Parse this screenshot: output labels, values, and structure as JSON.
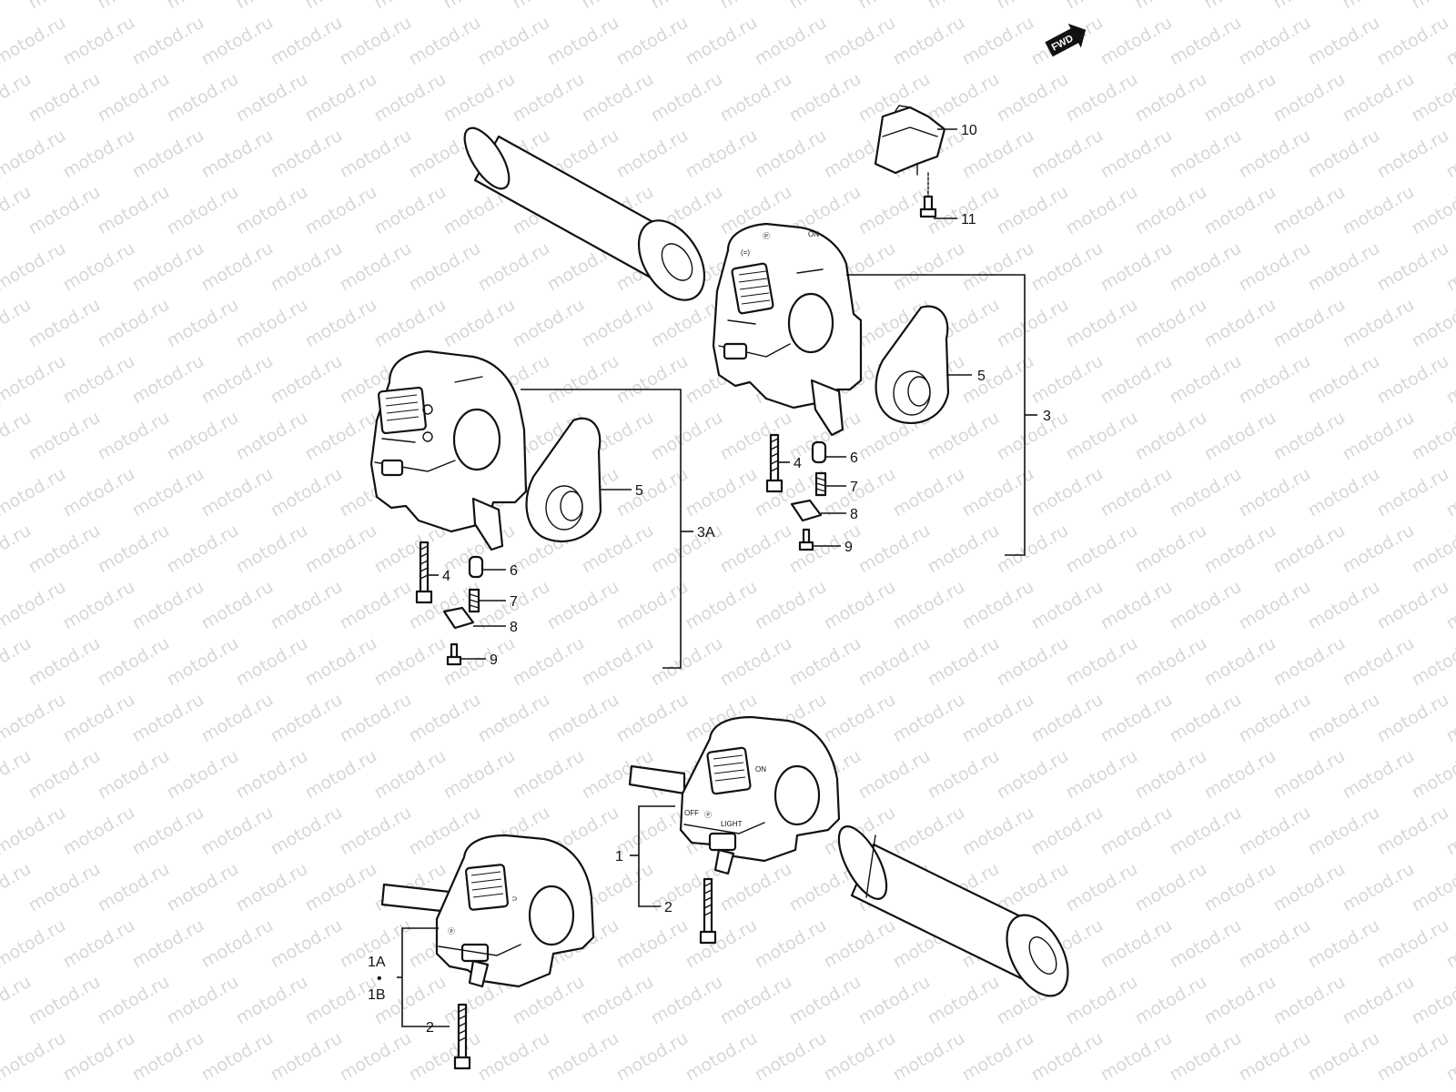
{
  "watermark": "motod.ru",
  "fwd_label": "FWD",
  "labels": {
    "p1": "1",
    "p1a": "1A",
    "p1dot": "•",
    "p1b": "1B",
    "p2a": "2",
    "p2b": "2",
    "p3": "3",
    "p3a": "3A",
    "p4a": "4",
    "p4b": "4",
    "p5a": "5",
    "p5b": "5",
    "p6a": "6",
    "p6b": "6",
    "p7a": "7",
    "p7b": "7",
    "p8a": "8",
    "p8b": "8",
    "p9a": "9",
    "p9b": "9",
    "p10": "10",
    "p11": "11"
  },
  "switch_text": {
    "light": "LIGHT",
    "off": "OFF",
    "on": "ON"
  }
}
